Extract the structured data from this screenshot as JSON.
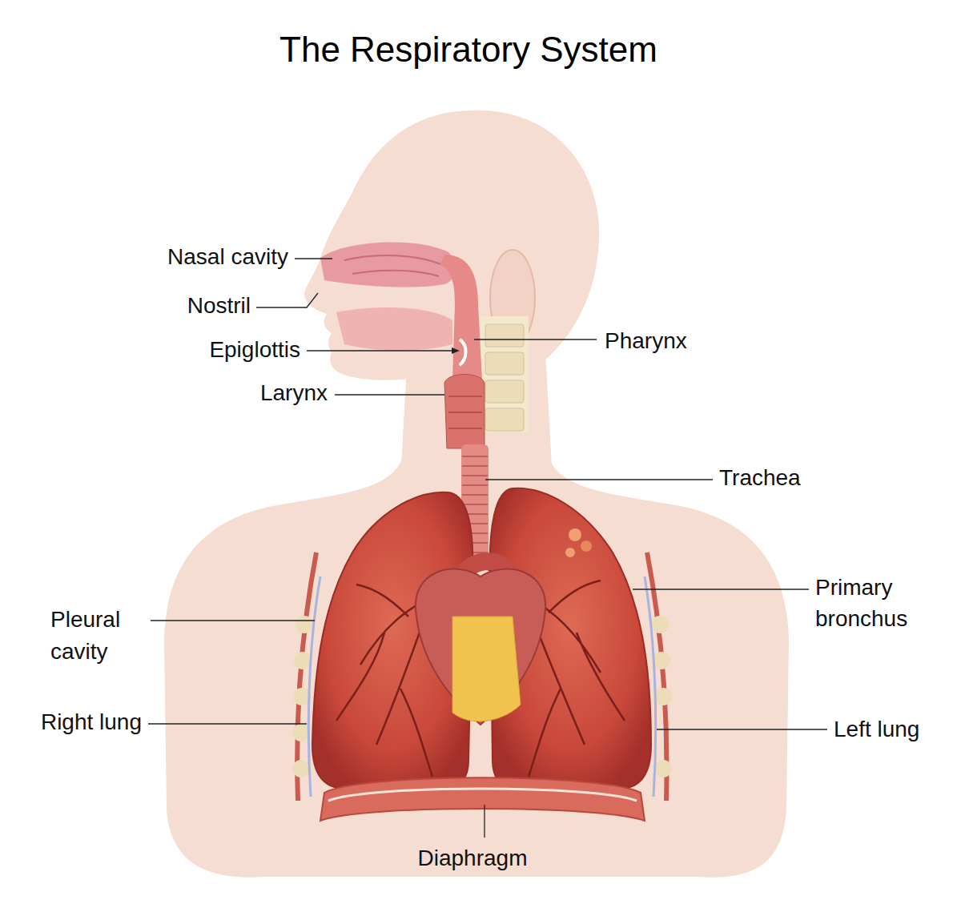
{
  "diagram": {
    "title": "The Respiratory System",
    "labels": [
      "Nasal cavity",
      "Nostril",
      "Epiglottis",
      "Larynx",
      "Pharynx",
      "Trachea",
      "Primary bronchus",
      "Pleural cavity",
      "Right lung",
      "Left lung",
      "Diaphragm"
    ]
  }
}
